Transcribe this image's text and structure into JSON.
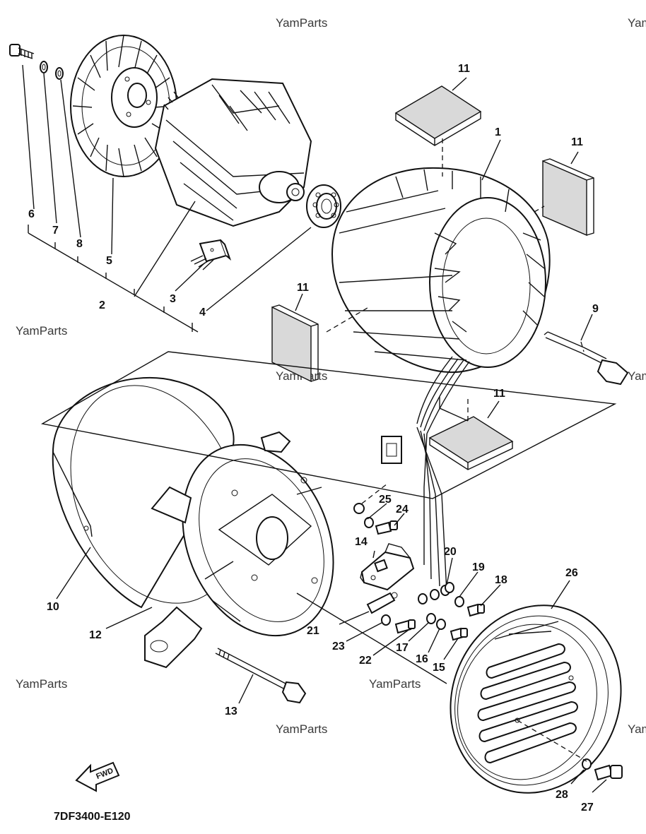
{
  "watermark": "YamParts",
  "diagram_code": "7DF3400-E120",
  "fwd_label": "FWD",
  "callouts": {
    "c1": "1",
    "c2": "2",
    "c3": "3",
    "c4": "4",
    "c5": "5",
    "c6": "6",
    "c7": "7",
    "c8": "8",
    "c9": "9",
    "c10": "10",
    "c11a": "11",
    "c11b": "11",
    "c11c": "11",
    "c11d": "11",
    "c12": "12",
    "c13": "13",
    "c14": "14",
    "c15": "15",
    "c16": "16",
    "c17": "17",
    "c18": "18",
    "c19": "19",
    "c20": "20",
    "c21": "21",
    "c22": "22",
    "c23": "23",
    "c24": "24",
    "c25": "25",
    "c26": "26",
    "c27": "27",
    "c28": "28"
  }
}
